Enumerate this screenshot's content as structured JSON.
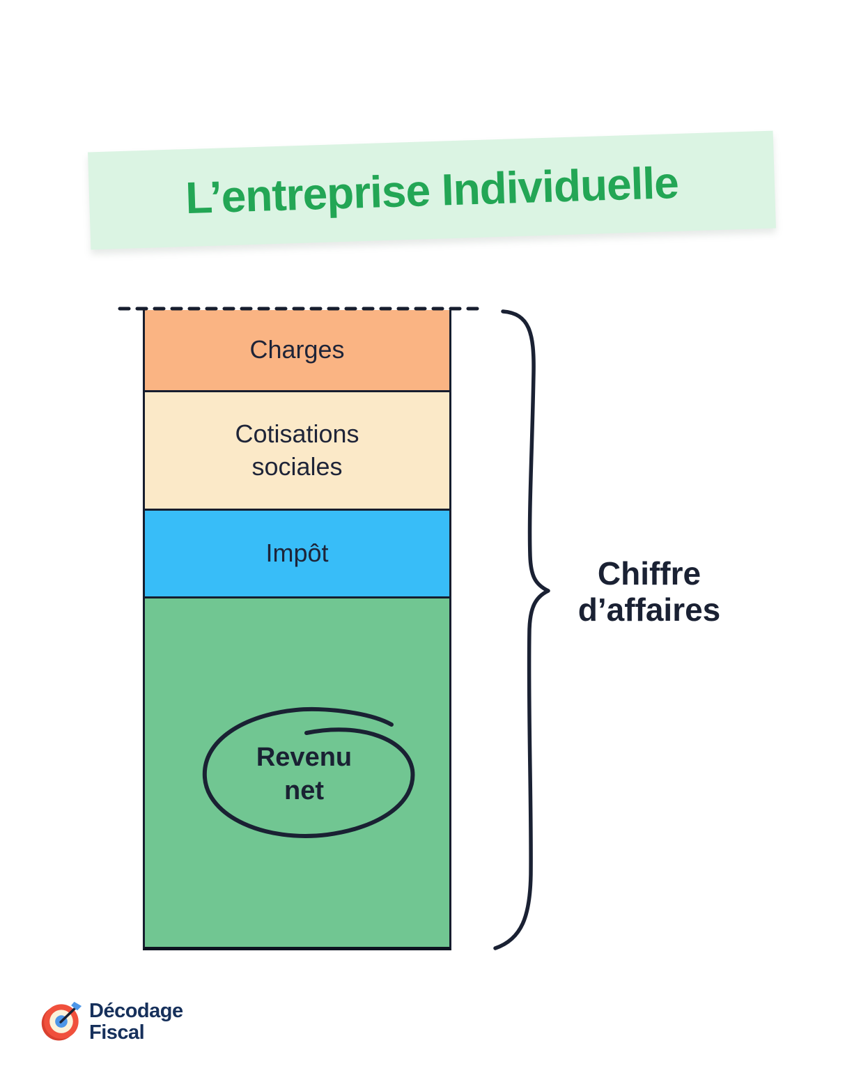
{
  "title": {
    "text": "L’entreprise Individuelle",
    "text_color": "#23A655",
    "band_color": "#DBF4E3"
  },
  "chart_data": {
    "type": "bar",
    "orientation": "vertical-stacked-single-column",
    "title": "L’entreprise Individuelle",
    "total_label": "Chiffre d’affaires",
    "segments": [
      {
        "label": "Charges",
        "color": "#FAB483",
        "share_pct_est": 13
      },
      {
        "label": "Cotisations sociales",
        "color": "#FBE9C8",
        "share_pct_est": 18
      },
      {
        "label": "Impôt",
        "color": "#38BDF8",
        "share_pct_est": 14
      },
      {
        "label": "Revenu net",
        "color": "#71C692",
        "share_pct_est": 55,
        "annotation": "hand-drawn circle emphasis"
      }
    ],
    "top_boundary_style": "dashed line",
    "grid": false,
    "legend": false
  },
  "brace": {
    "label": "Chiffre d’affaires",
    "ink_color": "#1A2133"
  },
  "logo": {
    "line1": "Décodage",
    "line2": "Fiscal",
    "icon": "target-bullseye-with-arrow",
    "text_color": "#16305B",
    "ring_color": "#F0503C",
    "inner_ring_color": "#FBF2DA",
    "bullseye_color": "#4D96E8"
  }
}
